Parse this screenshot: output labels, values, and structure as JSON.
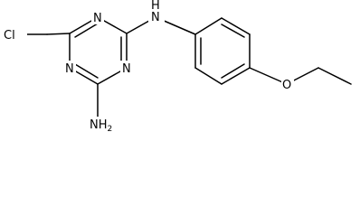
{
  "atoms": {
    "chlorine": "Cl",
    "ring_n_top": "N",
    "ring_n_left": "N",
    "ring_n_right": "N",
    "amine_nh": "N",
    "amine_h": "H",
    "amino": "NH",
    "amino_sub": "2",
    "ether_o": "O"
  },
  "colors": {
    "ink": "#000000",
    "background": "#ffffff"
  }
}
